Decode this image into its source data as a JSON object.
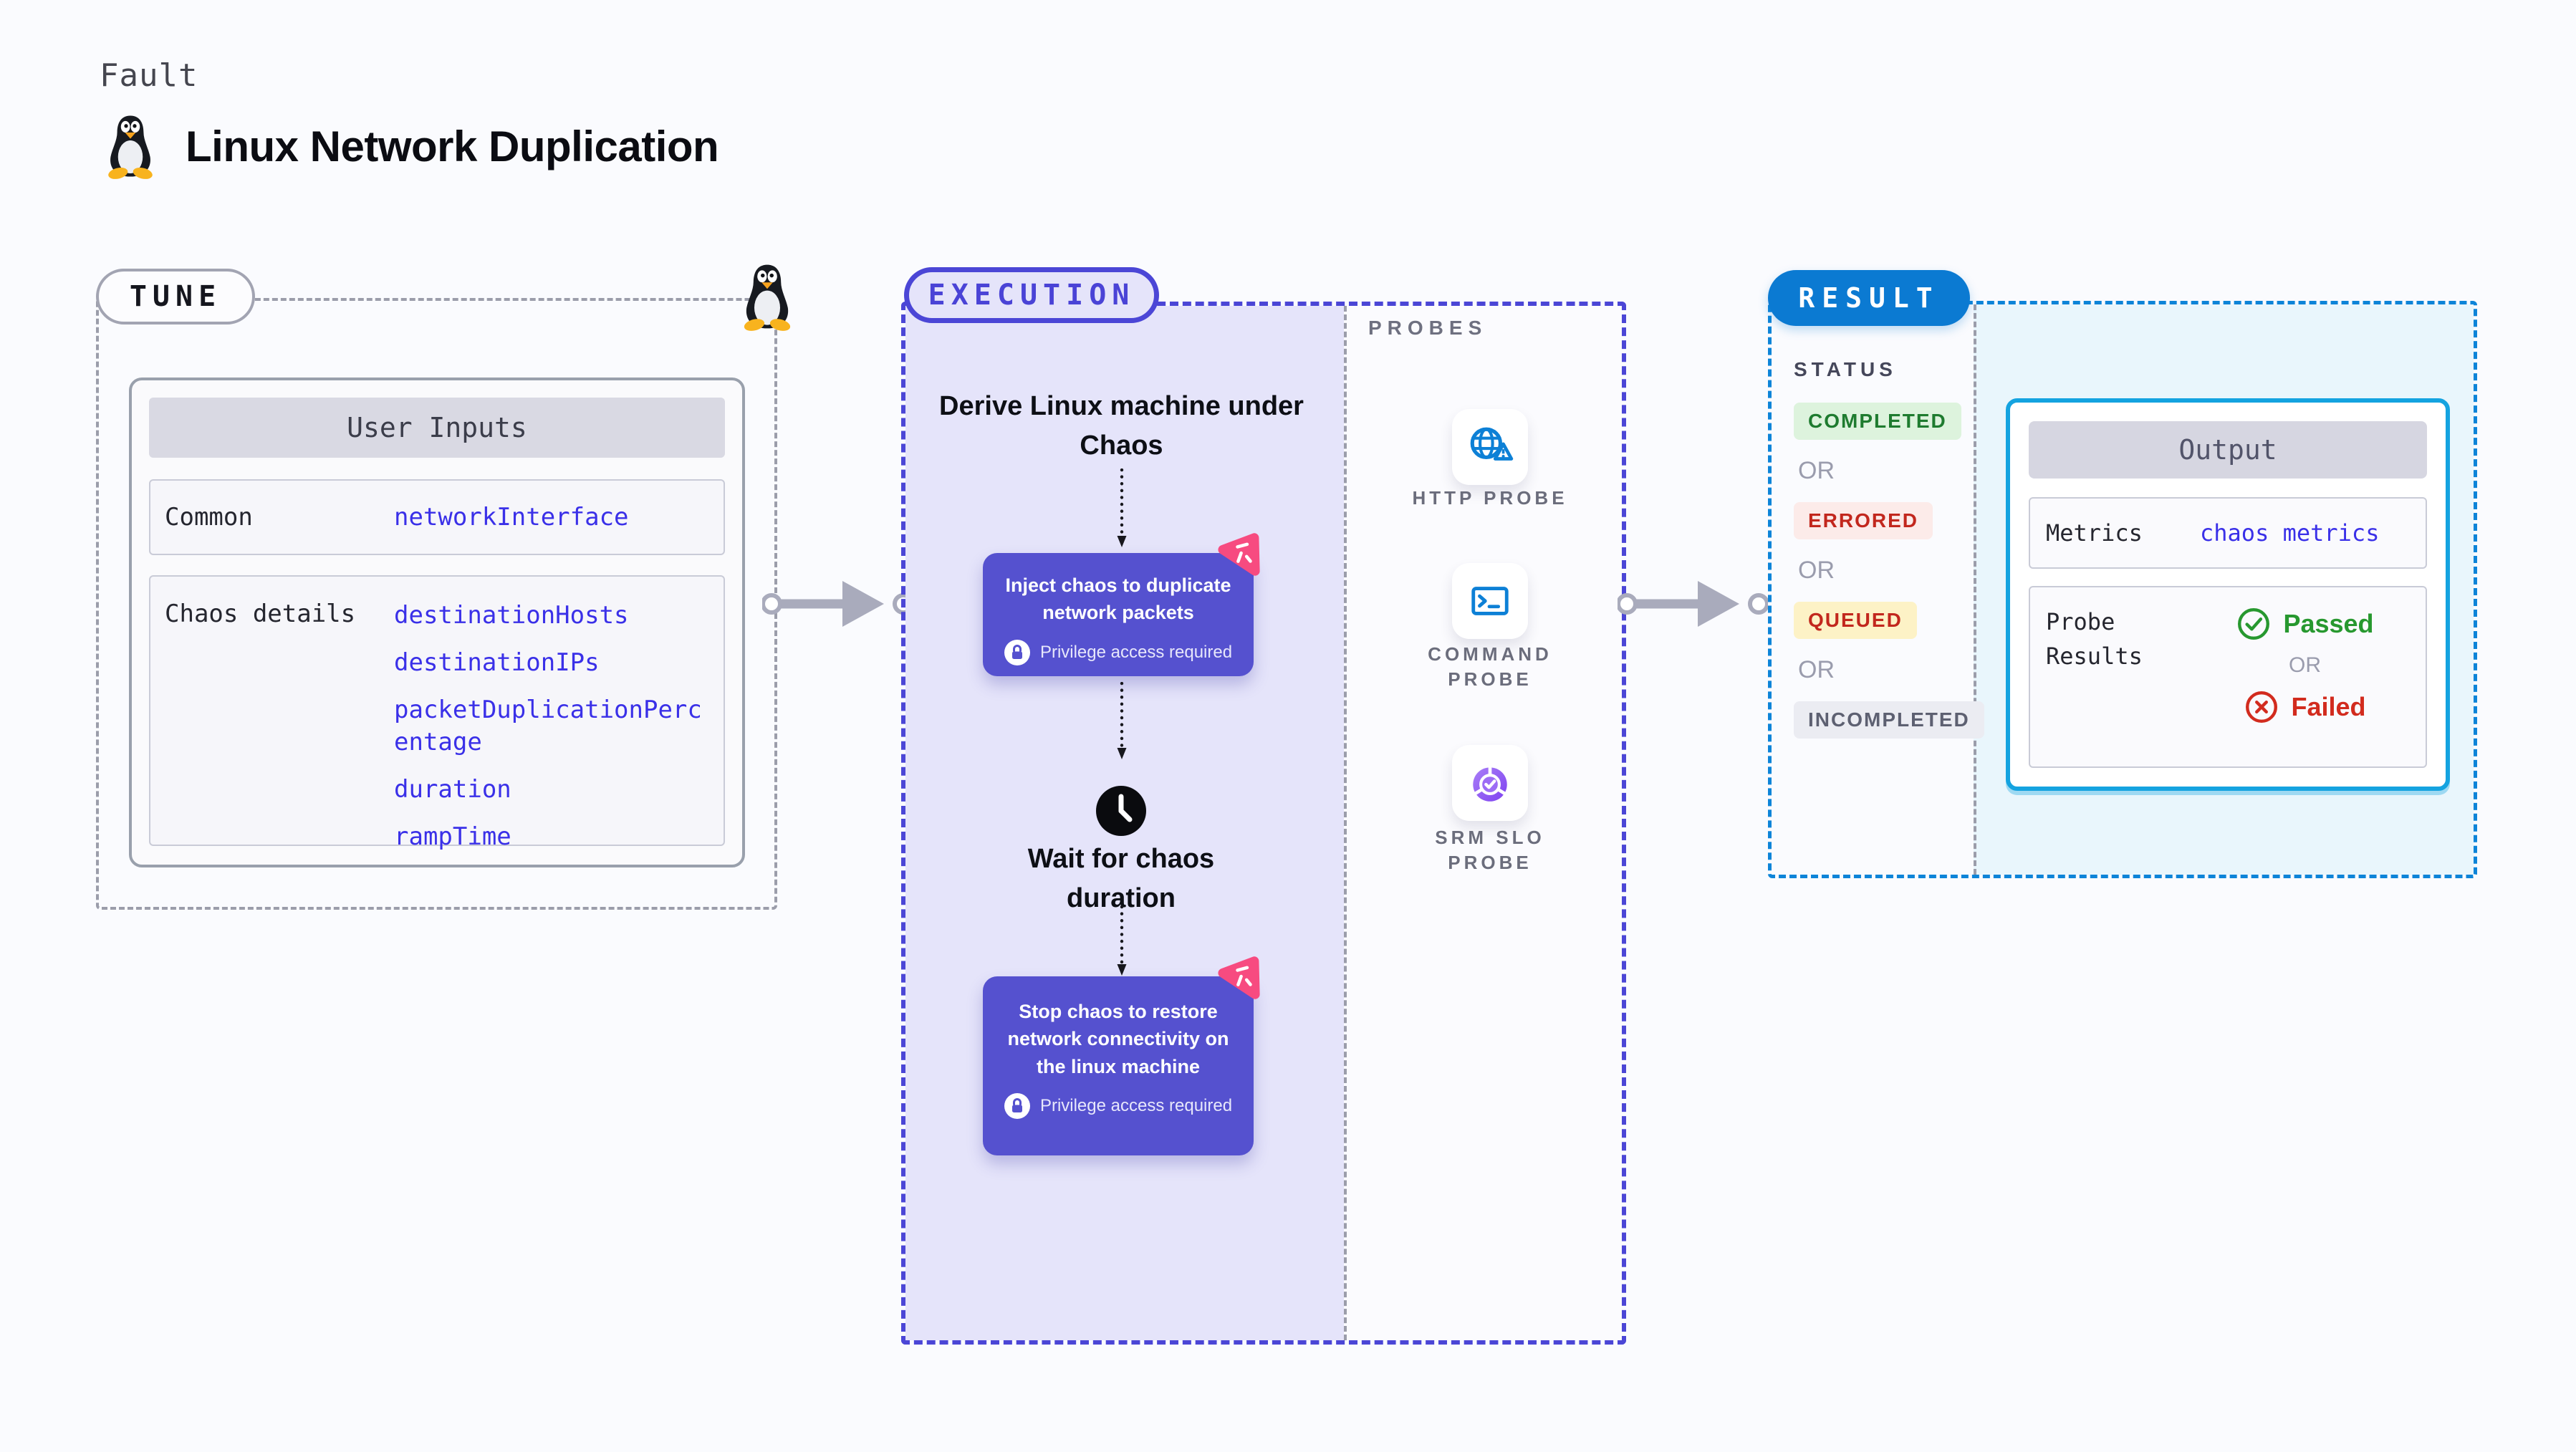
{
  "header": {
    "eyebrow": "Fault",
    "title": "Linux Network Duplication"
  },
  "tune": {
    "pill": "TUNE",
    "user_inputs": {
      "header": "User Inputs",
      "rows": [
        {
          "label": "Common",
          "values": [
            "networkInterface"
          ]
        },
        {
          "label": "Chaos details",
          "values": [
            "destinationHosts",
            "destinationIPs",
            "packetDuplicationPercentage",
            "duration",
            "rampTime"
          ]
        }
      ]
    }
  },
  "execution": {
    "pill": "EXECUTION",
    "derive_text": "Derive Linux machine under Chaos",
    "inject_text": "Inject chaos to duplicate network packets",
    "wait_text": "Wait for chaos duration",
    "stop_text": "Stop chaos to restore network connectivity on the linux machine",
    "privilege_note": "Privilege access required"
  },
  "probes": {
    "title": "PROBES",
    "items": [
      {
        "label": "HTTP PROBE",
        "icon": "globe-warning-icon"
      },
      {
        "label": "COMMAND PROBE",
        "icon": "terminal-icon"
      },
      {
        "label": "SRM SLO PROBE",
        "icon": "slo-pie-check-icon"
      }
    ]
  },
  "result": {
    "pill": "RESULT",
    "status_title": "STATUS",
    "or_label": "OR",
    "statuses": [
      {
        "label": "COMPLETED",
        "fg": "#1e7b2f",
        "bg": "#ddf3dd"
      },
      {
        "label": "ERRORED",
        "fg": "#c2271d",
        "bg": "#fcebe9"
      },
      {
        "label": "QUEUED",
        "fg": "#c2271d",
        "bg": "#fdf2c6"
      },
      {
        "label": "INCOMPLETED",
        "fg": "#5d6071",
        "bg": "#ebecf2"
      }
    ],
    "output": {
      "header": "Output",
      "metrics_label": "Metrics",
      "metrics_value": "chaos metrics",
      "probe_results_label": "Probe Results",
      "passed_label": "Passed",
      "failed_label": "Failed"
    }
  },
  "colors": {
    "accent_indigo": "#4b46d6",
    "accent_blue": "#0b7ad2",
    "accent_cyan": "#14a3e0",
    "step_purple": "#5551cf",
    "lavender_bg": "#e5e4fa",
    "pink_logo": "#f74b80",
    "probe_icon_blue": "#0d80d6",
    "slo_purple": "#8b52f2",
    "passed_green": "#27982f",
    "failed_red": "#d22b1e",
    "value_blue": "#3a30e8",
    "arrow_gray": "#a9abbc"
  }
}
